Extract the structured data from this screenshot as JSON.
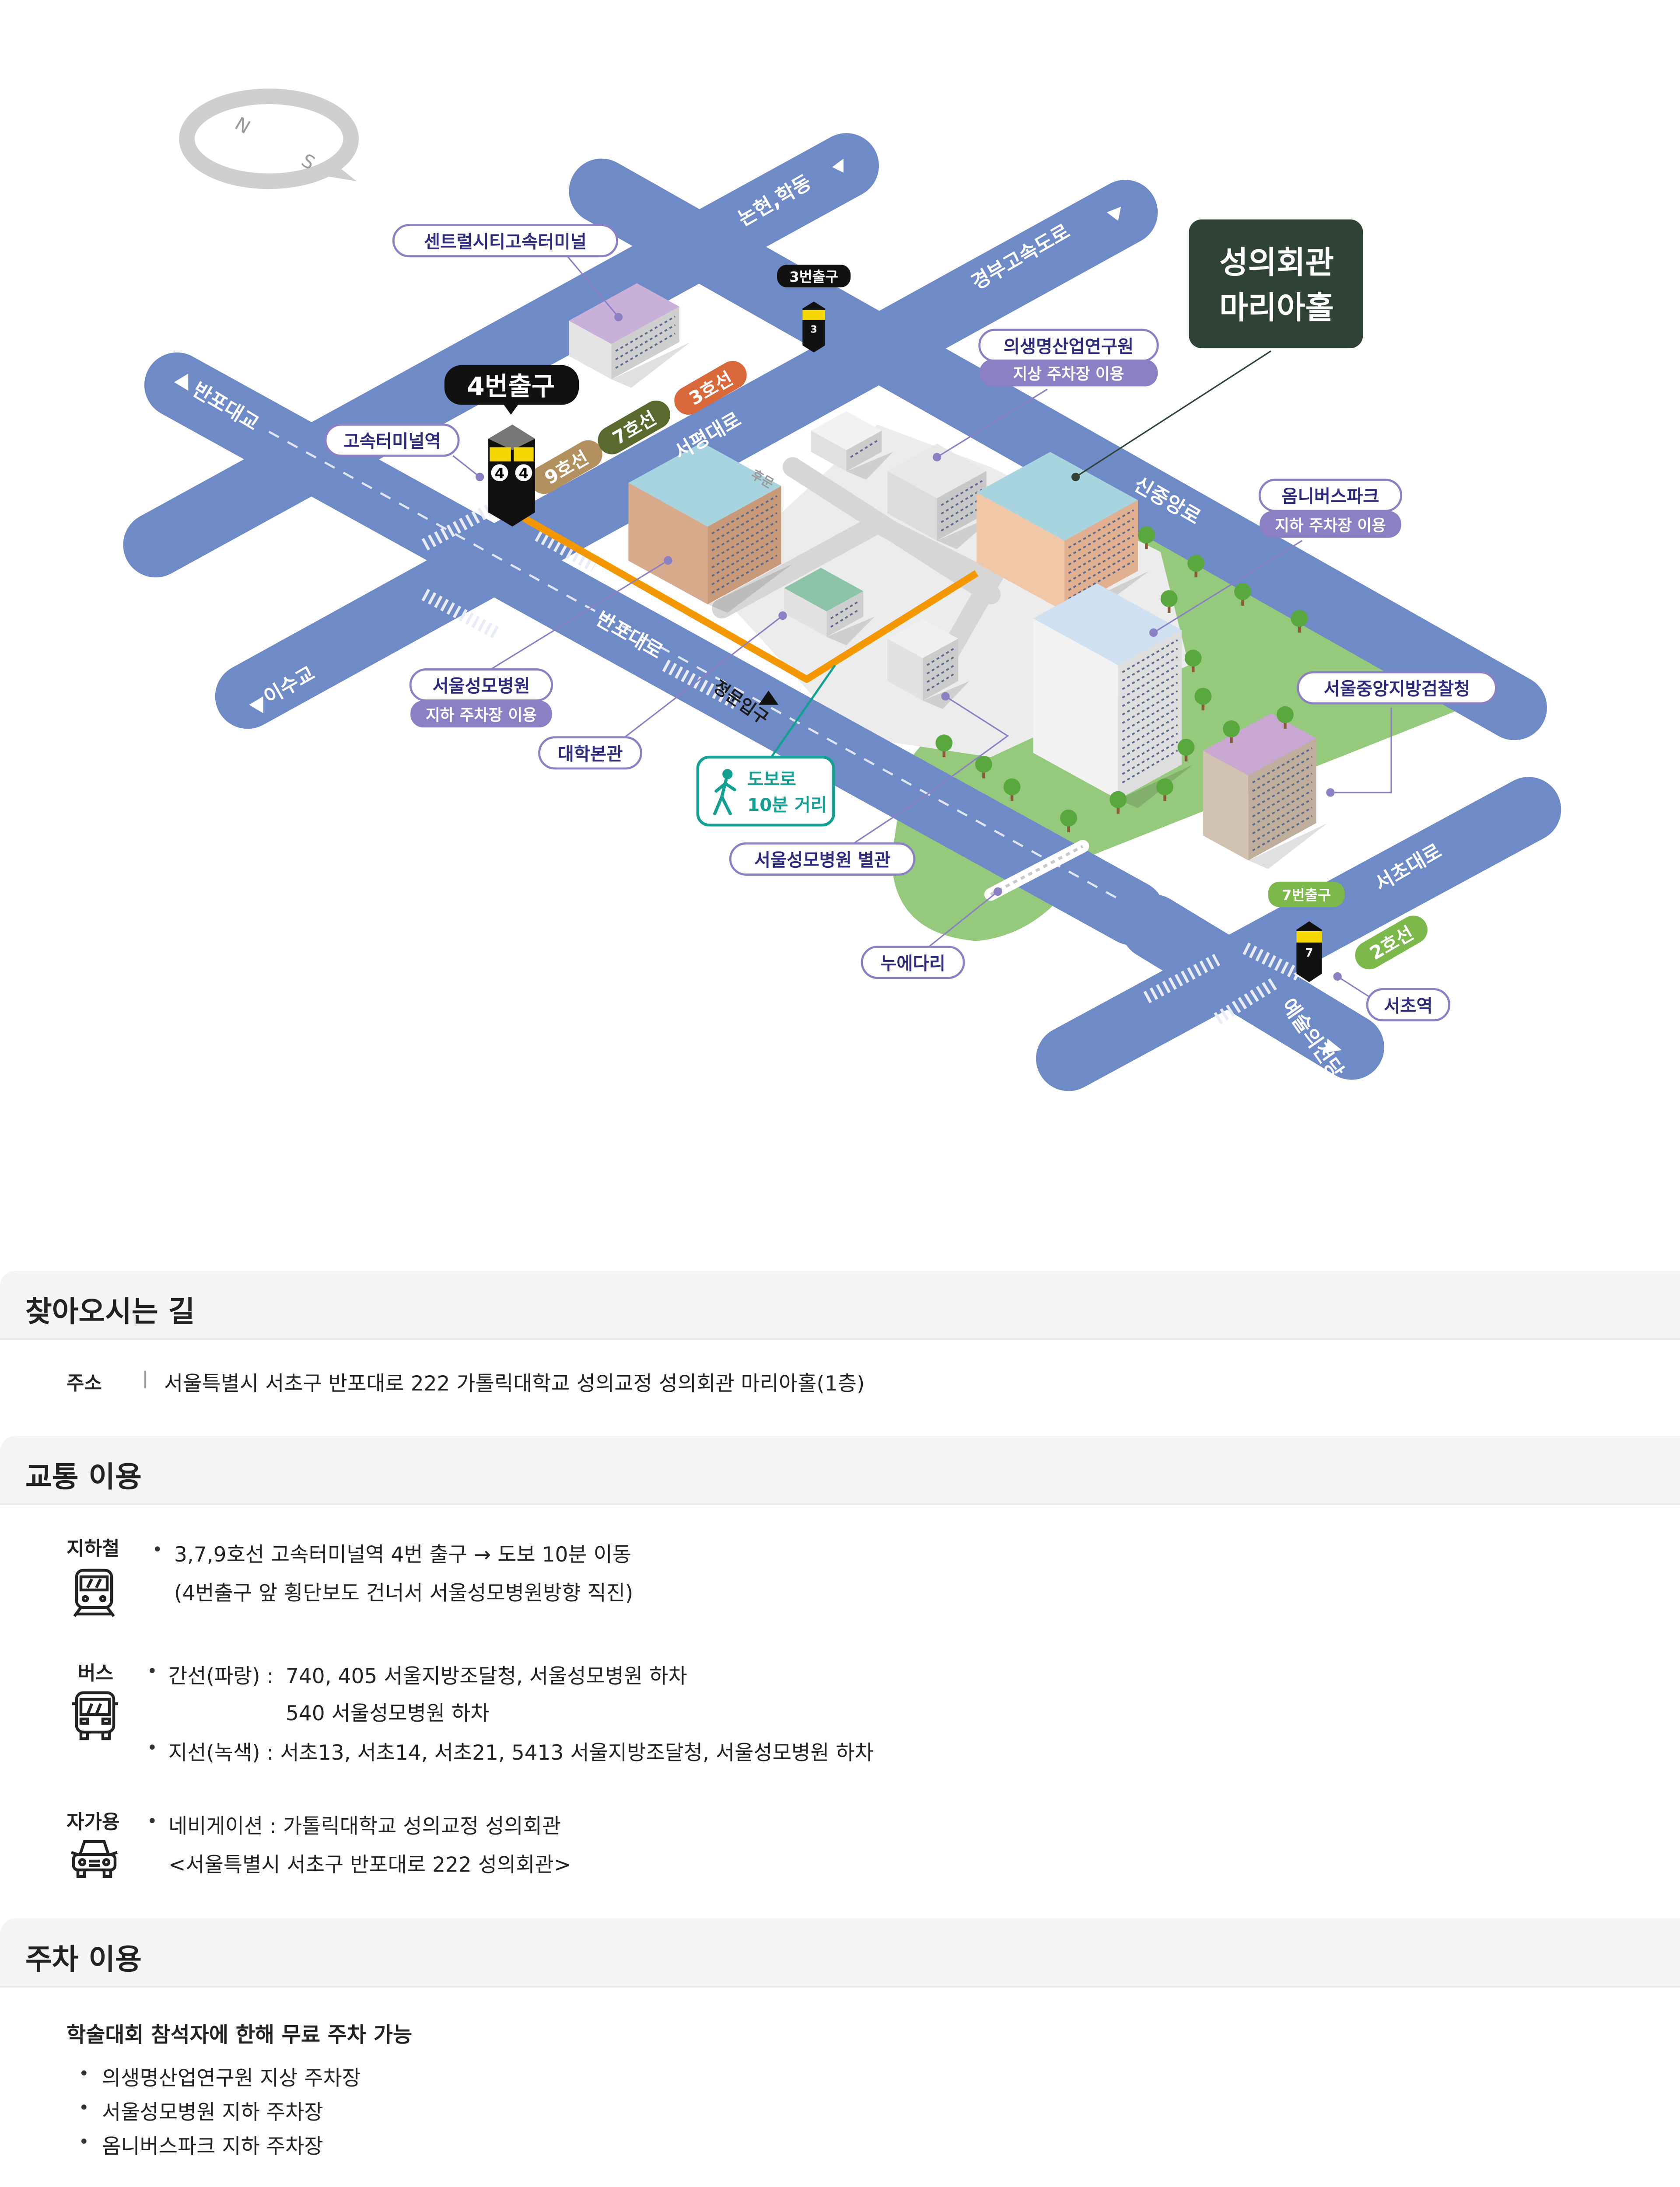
{
  "map": {
    "compass": {
      "north": "N",
      "south": "S"
    },
    "roads": {
      "banpo_bridge": "반포대교",
      "banpo_daero": "반포대로",
      "isu_bridge": "이수교",
      "seopyeong_daero": "서평대로",
      "nonhyeon_hakdong": "논현,학동",
      "gyeongbu_expressway": "경부고속도로",
      "sinjungang_ro": "신중앙로",
      "seocho_daero": "서초대로",
      "arts_center": "예술의전당",
      "main_gate": "정문입구",
      "back_gate": "후문"
    },
    "subway_lines": {
      "line9": "9호선",
      "line7": "7호선",
      "line3": "3호선",
      "line2": "2호선"
    },
    "exits": {
      "exit4": "4번출구",
      "exit4_num": "4",
      "exit3": "3번출구",
      "exit3_num": "3",
      "exit7": "7번출구",
      "exit7_num": "7"
    },
    "places": {
      "central_city": "센트럴시티고속터미널",
      "express_terminal_station": "고속터미널역",
      "biomedical_institute": "의생명산업연구원",
      "biomedical_parking": "지상 주차장 이용",
      "destination_line1": "성의회관",
      "destination_line2": "마리아홀",
      "omnibus_park": "옴니버스파크",
      "omnibus_parking": "지하 주차장 이용",
      "prosecutors_office": "서울중앙지방검찰청",
      "st_marys_hospital": "서울성모병원",
      "hospital_parking": "지하 주차장 이용",
      "main_building": "대학본관",
      "hospital_annex": "서울성모병원 별관",
      "nuedari": "누에다리",
      "seocho_station": "서초역"
    },
    "walk": {
      "line1": "도보로",
      "line2": "10분 거리"
    },
    "colors": {
      "road": "#6f8bc7",
      "route": "#f39800",
      "label_border": "#8c80c4",
      "label_text": "#2e2a7c",
      "destination_bg": "#2f4437",
      "walk": "#12a093",
      "line9": "#b2915f",
      "line7": "#5a6a2e",
      "line3": "#d9683a",
      "line2": "#7cb94a"
    }
  },
  "directions": {
    "title": "찾아오시는 길",
    "address_label": "주소",
    "address": "서울특별시 서초구 반포대로 222 가톨릭대학교 성의교정 성의회관 마리아홀(1층)"
  },
  "transport": {
    "title": "교통 이용",
    "subway": {
      "label": "지하철",
      "icon": "train-icon",
      "lines": [
        "3,7,9호선 고속터미널역 4번 출구 → 도보 10분 이동",
        "(4번출구 앞 횡단보도 건너서 서울성모병원방향 직진)"
      ]
    },
    "bus": {
      "label": "버스",
      "icon": "bus-icon",
      "trunk_label": "간선(파랑) :",
      "trunk_lines": [
        "740, 405 서울지방조달청, 서울성모병원 하차",
        "540 서울성모병원 하차"
      ],
      "branch": "지선(녹색) : 서초13, 서초14, 서초21, 5413 서울지방조달청, 서울성모병원 하차"
    },
    "car": {
      "label": "자가용",
      "icon": "car-icon",
      "lines": [
        "네비게이션 : 가톨릭대학교 성의교정 성의회관",
        "<서울특별시 서초구 반포대로 222 성의회관>"
      ]
    }
  },
  "parking": {
    "title": "주차 이용",
    "note": "학술대회 참석자에 한해 무료 주차 가능",
    "items": [
      "의생명산업연구원 지상 주차장",
      "서울성모병원 지하 주차장",
      "옴니버스파크 지하 주차장"
    ]
  }
}
